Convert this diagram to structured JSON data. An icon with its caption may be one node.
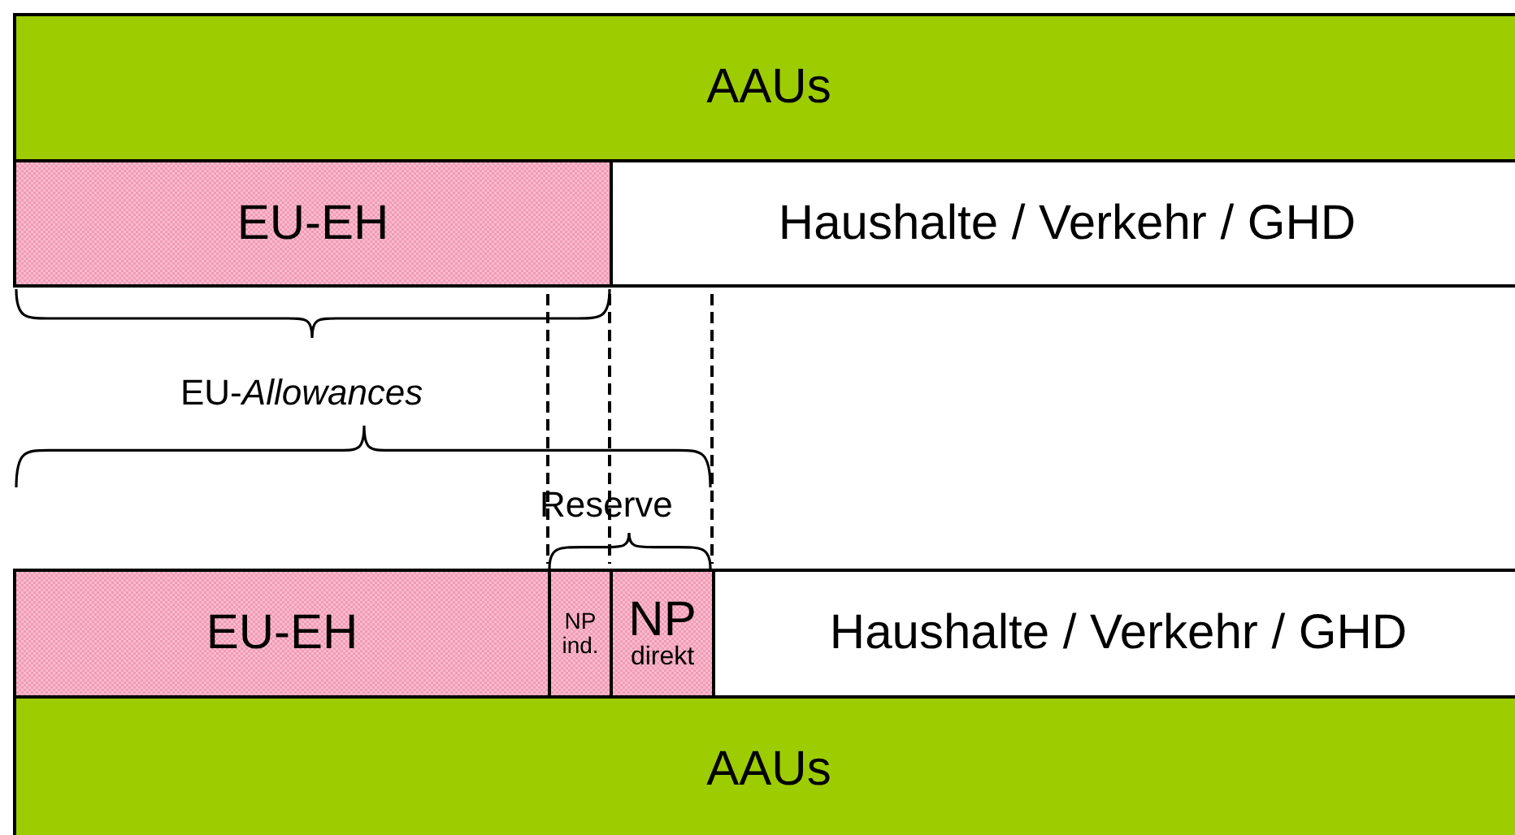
{
  "diagram": {
    "nodes": [
      {
        "text": [
          "AAUs"
        ]
      },
      {
        "text": [
          "EU-EH"
        ]
      },
      {
        "text": [
          "Haushalte / Verkehr / GHD"
        ]
      },
      {
        "text": [
          "EU-EH"
        ]
      },
      {
        "text": [
          "NP ind."
        ]
      },
      {
        "text": [
          "NP",
          "direkt"
        ]
      },
      {
        "text": [
          "Haushalte / Verkehr / GHD"
        ]
      },
      {
        "text": [
          "AAUs"
        ]
      }
    ],
    "labels": [
      "EU-*Allowances*",
      "Reserve"
    ]
  }
}
